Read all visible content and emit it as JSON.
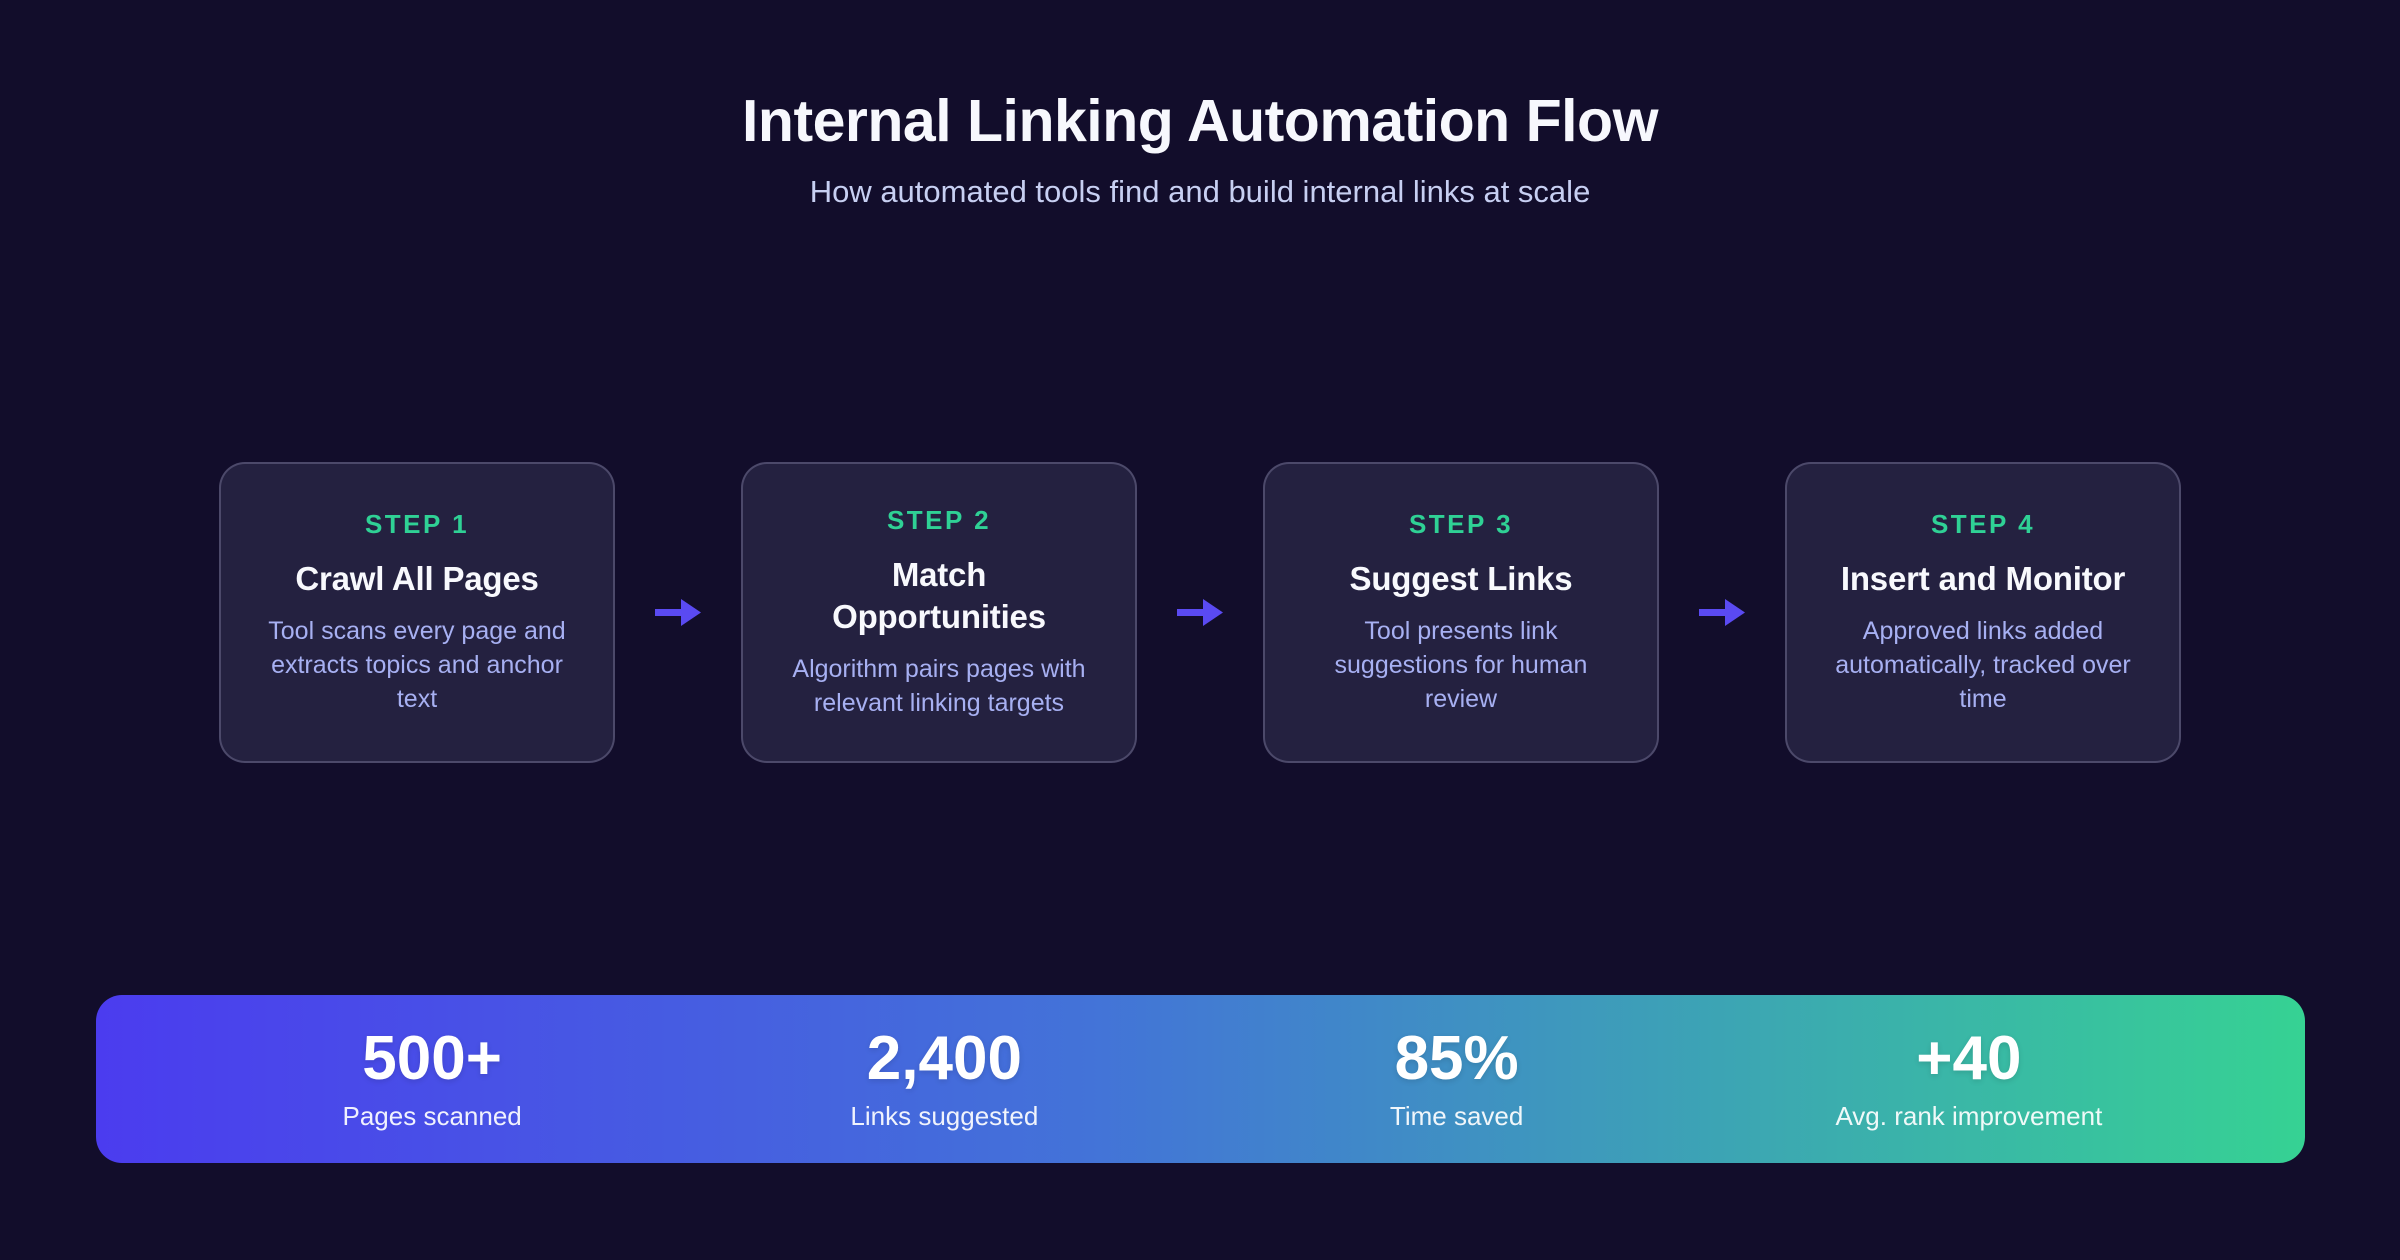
{
  "page": {
    "title": "Internal Linking Automation Flow",
    "subtitle": "How automated tools find and build internal links at scale"
  },
  "steps": [
    {
      "label": "STEP 1",
      "title": "Crawl All Pages",
      "description": "Tool scans every page and extracts topics and anchor text"
    },
    {
      "label": "STEP 2",
      "title": "Match Opportunities",
      "description": "Algorithm pairs pages with relevant linking targets"
    },
    {
      "label": "STEP 3",
      "title": "Suggest Links",
      "description": "Tool presents link suggestions for human review"
    },
    {
      "label": "STEP 4",
      "title": "Insert and Monitor",
      "description": "Approved links added automatically, tracked over time"
    }
  ],
  "stats": [
    {
      "value": "500+",
      "label": "Pages scanned"
    },
    {
      "value": "2,400",
      "label": "Links suggested"
    },
    {
      "value": "85%",
      "label": "Time saved"
    },
    {
      "value": "+40",
      "label": "Avg. rank improvement"
    }
  ],
  "colors": {
    "background": "#120d2b",
    "card_background": "#242140",
    "card_border": "#545070",
    "step_label_green": "#2fd195",
    "card_title_white": "#f8f9fd",
    "card_description_lavender": "#a7b0f2",
    "subtitle_lavender": "#c7cff2",
    "arrow_indigo": "#5a4af2",
    "stats_gradient_start": "#4b3cef",
    "stats_gradient_end": "#36d293"
  }
}
